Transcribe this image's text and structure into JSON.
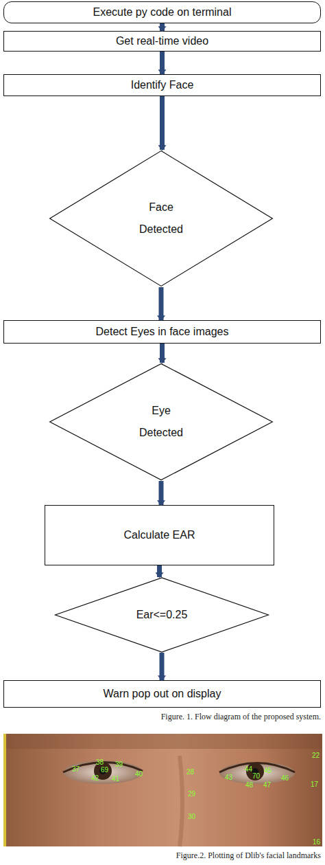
{
  "diagram": {
    "caption": "Figure. 1. Flow diagram of the proposed system.",
    "nodes": [
      {
        "text": [
          "Execute py code on terminal"
        ]
      },
      {
        "text": [
          "Get real-time video"
        ]
      },
      {
        "text": [
          "Identify Face"
        ]
      },
      {
        "text": [
          "Face Detected"
        ]
      },
      {
        "text": [
          "Detect Eyes in face images"
        ]
      },
      {
        "text": [
          "Eye Detected"
        ]
      },
      {
        "text": [
          "Calculate EAR"
        ]
      },
      {
        "text": [
          "Ear<=0.25"
        ]
      },
      {
        "text": [
          "Warn pop out on display"
        ]
      }
    ],
    "edges": [
      {
        "from": 0,
        "to": 1,
        "arrow": "to"
      },
      {
        "from": 1,
        "to": 2,
        "arrow": "to"
      },
      {
        "from": 2,
        "to": 3,
        "arrow": "to"
      },
      {
        "from": 3,
        "to": 4,
        "arrow": "to"
      },
      {
        "from": 4,
        "to": 5,
        "arrow": "to"
      },
      {
        "from": 5,
        "to": 6,
        "arrow": "to"
      },
      {
        "from": 6,
        "to": 7,
        "arrow": "to"
      },
      {
        "from": 7,
        "to": 8,
        "arrow": "to"
      }
    ],
    "labels": [
      "37",
      "38",
      "69",
      "39",
      "42",
      "41",
      "40",
      "28",
      "29",
      "30",
      "43",
      "44",
      "70",
      "45",
      "48",
      "47",
      "46",
      "22",
      "17",
      "16",
      "Figure.2. Plotting of Dlib's facial landmarks"
    ]
  }
}
